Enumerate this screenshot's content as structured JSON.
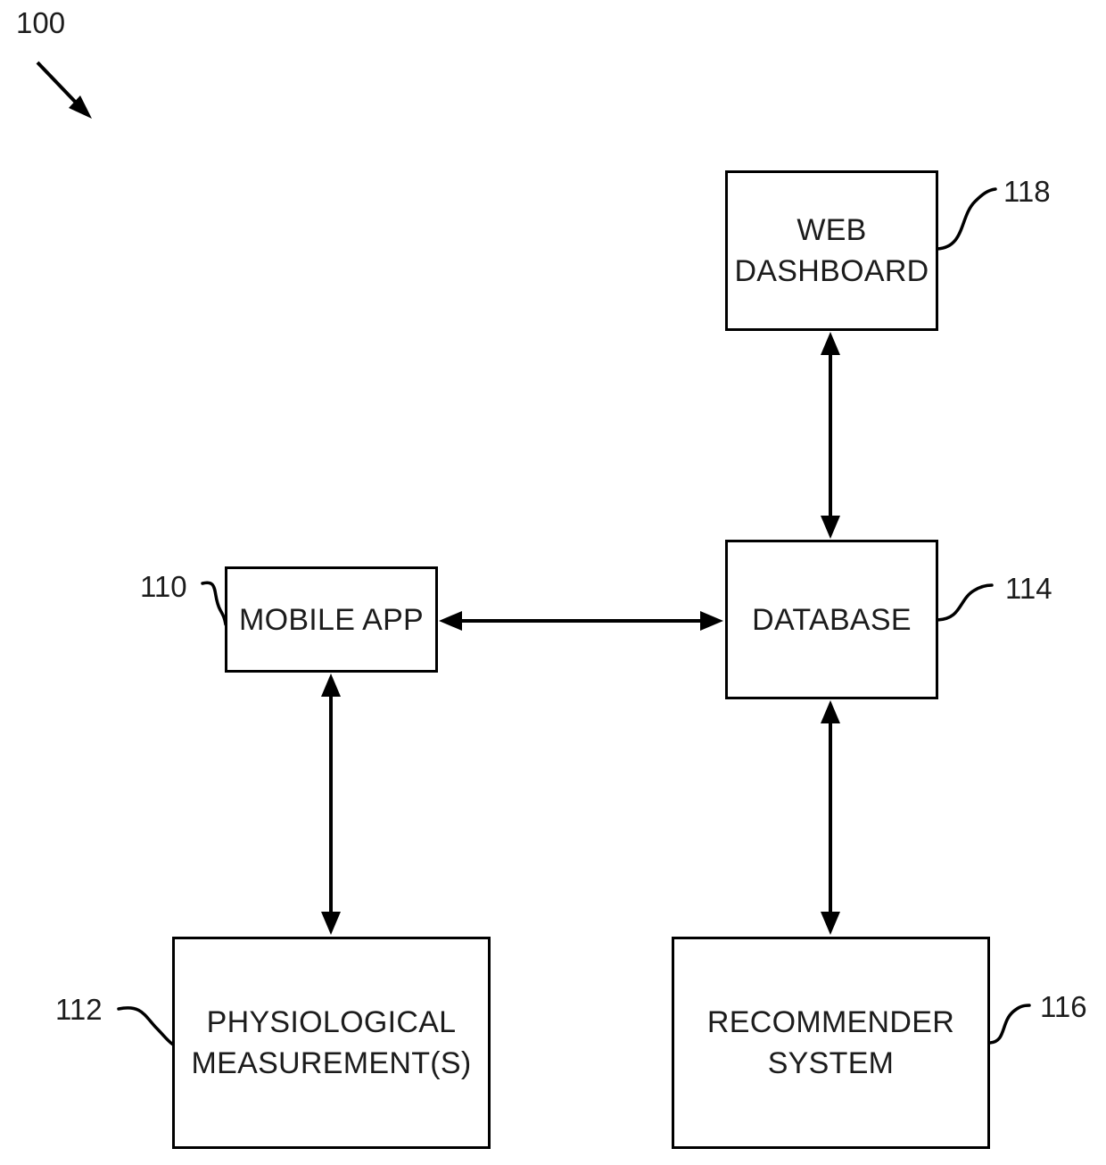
{
  "figure": {
    "figure_ref": "100",
    "colors": {
      "background": "#ffffff",
      "line": "#000000",
      "text": "#1c1c1c"
    },
    "boxes": {
      "web_dashboard": {
        "label": "WEB DASHBOARD",
        "lines": [
          "WEB",
          "DASHBOARD"
        ],
        "ref": "118"
      },
      "database": {
        "label": "DATABASE",
        "lines": [
          "DATABASE"
        ],
        "ref": "114"
      },
      "mobile_app": {
        "label": "MOBILE APP",
        "lines": [
          "MOBILE APP"
        ],
        "ref": "110"
      },
      "physiological_measurements": {
        "label": "PHYSIOLOGICAL MEASUREMENT(S)",
        "lines": [
          "PHYSIOLOGICAL",
          "MEASUREMENT(S)"
        ],
        "ref": "112"
      },
      "recommender_system": {
        "label": "RECOMMENDER SYSTEM",
        "lines": [
          "RECOMMENDER",
          "SYSTEM"
        ],
        "ref": "116"
      }
    },
    "connections": [
      {
        "from": "WEB DASHBOARD",
        "to": "DATABASE",
        "type": "bidirectional-arrow",
        "orientation": "vertical"
      },
      {
        "from": "MOBILE APP",
        "to": "DATABASE",
        "type": "bidirectional-arrow",
        "orientation": "horizontal"
      },
      {
        "from": "MOBILE APP",
        "to": "PHYSIOLOGICAL MEASUREMENT(S)",
        "type": "bidirectional-arrow",
        "orientation": "vertical"
      },
      {
        "from": "DATABASE",
        "to": "RECOMMENDER SYSTEM",
        "type": "bidirectional-arrow",
        "orientation": "vertical"
      }
    ]
  }
}
